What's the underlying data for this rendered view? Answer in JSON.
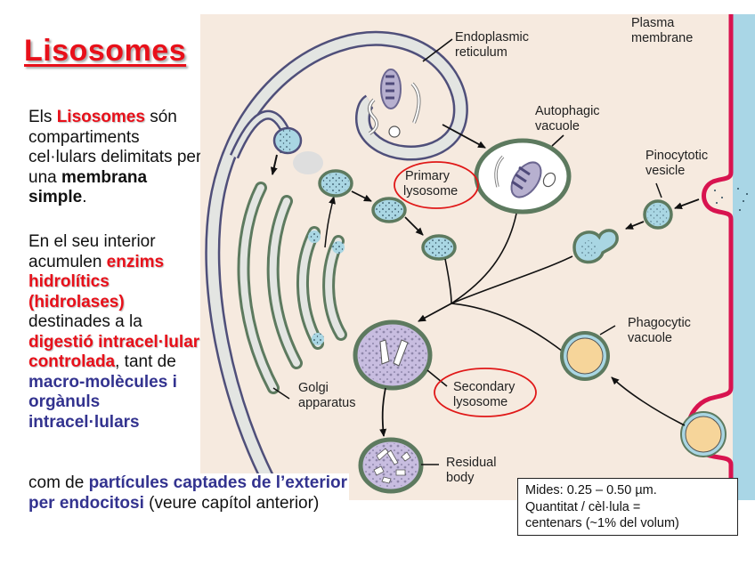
{
  "slide": {
    "title": "Lisosomes",
    "paragraph1": {
      "t1": "Els ",
      "t2_red": "Lisosomes",
      "t3": " són compartiments cel·lulars delimitats per una ",
      "t4_bold": "membrana simple",
      "t5": "."
    },
    "paragraph2": {
      "t1": "En el seu interior acumulen ",
      "t2_red": "enzims hidrolítics (hidrolases)",
      "t3": " destinades a la ",
      "t4_red": "digestió intracel·lular controlada",
      "t5": ", tant de ",
      "t6_blue": "macro-molècules i orgànuls intracel·lulars",
      "t7": " com de ",
      "t8_blue": "partícules captades de l’exterior per endocitosi",
      "t9": " (veure capítol anterior)"
    },
    "infobox": {
      "line1": "Mides: 0.25 – 0.50 µm.",
      "line2": "Quantitat / cèl·lula =",
      "line3": "centenars (~1% del volum)"
    }
  },
  "diagram": {
    "labels": {
      "er_1": "Endoplasmic",
      "er_2": "reticulum",
      "plasma_1": "Plasma",
      "plasma_2": "membrane",
      "autophagic_1": "Autophagic",
      "autophagic_2": "vacuole",
      "primary_1": "Primary",
      "primary_2": "lysosome",
      "pinocytotic_1": "Pinocytotic",
      "pinocytotic_2": "vesicle",
      "phagocytic_1": "Phagocytic",
      "phagocytic_2": "vacuole",
      "golgi_1": "Golgi",
      "golgi_2": "apparatus",
      "secondary_1": "Secondary",
      "secondary_2": "lysosome",
      "residual_1": "Residual",
      "residual_2": "body"
    },
    "colors": {
      "background": "#f6eadf",
      "er_fill": "#e3e5e2",
      "er_stroke": "#4f4f7a",
      "membrane_green": "#5d7a5f",
      "vesicle_blue": "#a9d6e3",
      "lysosome_purple": "#c8bde0",
      "plasma_red": "#d8134f",
      "extracellular_blue": "#a9d6e6",
      "phago_content": "#f6d59a",
      "highlight_red": "#e01818"
    }
  }
}
